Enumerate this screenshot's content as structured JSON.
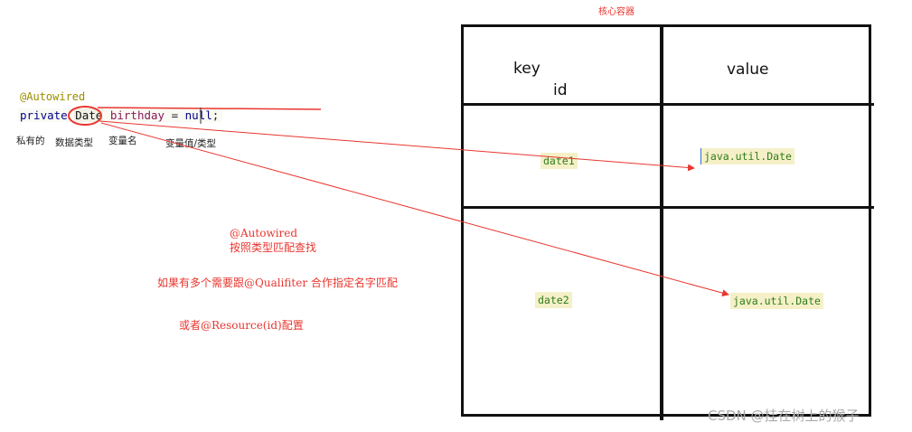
{
  "container_title": "核心容器",
  "code": {
    "annotation": "@Autowired",
    "keyword": "private",
    "type": "Date",
    "field": "birthday",
    "assign": " = ",
    "value": "null",
    "semicolon": ";"
  },
  "code_labels": {
    "private": "私有的",
    "data_type": "数据类型",
    "var_name": "变量名",
    "var_value": "变量值/类型"
  },
  "notes": {
    "autowired": "@Autowired",
    "by_type": "按照类型匹配查找",
    "multiple": "如果有多个需要跟@Qualifiter 合作指定名字匹配",
    "resource": "或者@Resource(id)配置"
  },
  "table": {
    "header_key": "key",
    "header_id": "id",
    "header_value": "value",
    "rows": [
      {
        "key": "date1",
        "value": "java.util.Date"
      },
      {
        "key": "date2",
        "value": "java.util.Date"
      }
    ]
  },
  "watermark": "CSDN @挂在树上的猴子",
  "colors": {
    "annotation_red": "#e8362f",
    "line_black": "#111111",
    "cell_highlight": "#f5f0c8",
    "cell_text": "#2e7d1a"
  }
}
